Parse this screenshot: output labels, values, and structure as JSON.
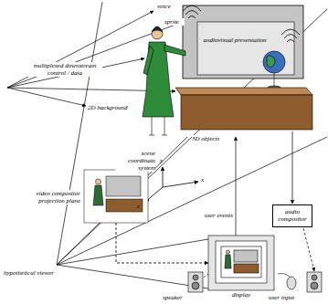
{
  "diagram": {
    "nodes": [
      {
        "text": [
          "video compositor projection plane"
        ]
      },
      {
        "text": [
          "audio compositor"
        ]
      },
      {
        "text": [
          "display"
        ]
      }
    ],
    "edges": [
      {
        "from": 0,
        "to": 2,
        "arrow": "to"
      }
    ],
    "labels": [
      "multiplexed downstream control / data",
      "voice",
      "sprite",
      "audiovisual presentation",
      "2D background",
      "3D objects",
      "y",
      "scene coordinate system",
      "x",
      "z",
      "user events",
      "hypothetical viewer",
      "speaker",
      "user input"
    ]
  }
}
